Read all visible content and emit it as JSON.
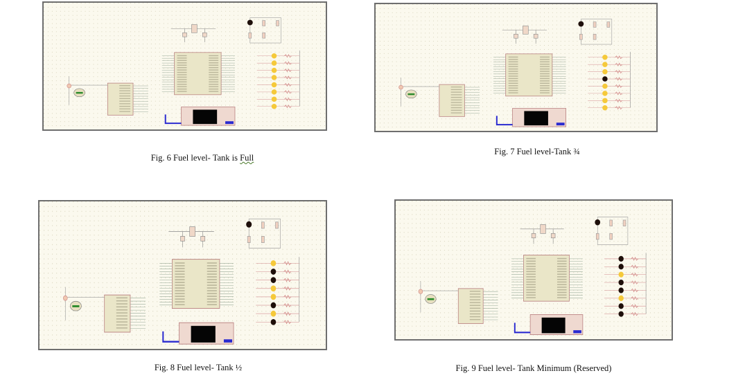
{
  "colors": {
    "led_on": "#f5c93a",
    "led_off": "#1e0f0a",
    "chip": "#eae6c8",
    "pin": "#d99a9a",
    "wire_blue": "#2a2ad0"
  },
  "figures": [
    {
      "caption_pre": "Fig. 6 Fuel level- Tank is ",
      "caption_flag": "Full",
      "leds": [
        1,
        1,
        1,
        1,
        1,
        1,
        1,
        1
      ]
    },
    {
      "caption_pre": "Fig. 7 Fuel level-Tank ¾",
      "caption_flag": "",
      "leds": [
        1,
        1,
        1,
        0,
        1,
        1,
        1,
        1
      ]
    },
    {
      "caption_pre": "Fig. 8 Fuel level- Tank ½",
      "caption_flag": "",
      "leds": [
        1,
        0,
        0,
        1,
        1,
        0,
        1,
        0
      ]
    },
    {
      "caption_pre": "Fig. 9 Fuel level- Tank Minimum (Reserved)",
      "caption_flag": "",
      "leds": [
        0,
        0,
        1,
        0,
        0,
        1,
        0,
        0
      ]
    }
  ]
}
